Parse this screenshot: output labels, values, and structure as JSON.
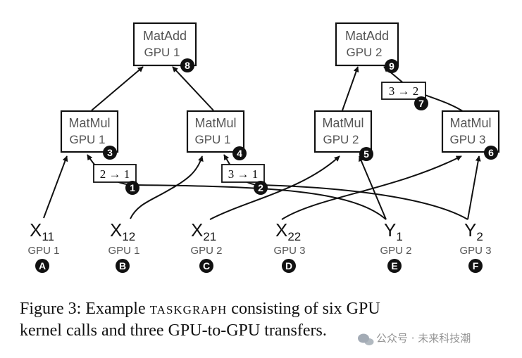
{
  "kernels": [
    {
      "id": "matadd-1",
      "op": "MatAdd",
      "device": "GPU 1",
      "badge": "8"
    },
    {
      "id": "matadd-2",
      "op": "MatAdd",
      "device": "GPU 2",
      "badge": "9"
    },
    {
      "id": "matmul-1a",
      "op": "MatMul",
      "device": "GPU 1",
      "badge": "3"
    },
    {
      "id": "matmul-1b",
      "op": "MatMul",
      "device": "GPU 1",
      "badge": "4"
    },
    {
      "id": "matmul-2",
      "op": "MatMul",
      "device": "GPU 2",
      "badge": "5"
    },
    {
      "id": "matmul-3",
      "op": "MatMul",
      "device": "GPU 3",
      "badge": "6"
    }
  ],
  "transfers": [
    {
      "id": "t1",
      "label": "2 → 1",
      "badge": "1"
    },
    {
      "id": "t2",
      "label": "3 → 1",
      "badge": "2"
    },
    {
      "id": "t3",
      "label": "3 → 2",
      "badge": "7"
    }
  ],
  "inputs": [
    {
      "id": "x11",
      "name": "X",
      "sub": "11",
      "device": "GPU 1",
      "badge": "A"
    },
    {
      "id": "x12",
      "name": "X",
      "sub": "12",
      "device": "GPU 1",
      "badge": "B"
    },
    {
      "id": "x21",
      "name": "X",
      "sub": "21",
      "device": "GPU 2",
      "badge": "C"
    },
    {
      "id": "x22",
      "name": "X",
      "sub": "22",
      "device": "GPU 3",
      "badge": "D"
    },
    {
      "id": "y1",
      "name": "Y",
      "sub": "1",
      "device": "GPU 2",
      "badge": "E"
    },
    {
      "id": "y2",
      "name": "Y",
      "sub": "2",
      "device": "GPU 3",
      "badge": "F"
    }
  ],
  "caption": {
    "prefix": "Figure 3: Example ",
    "smallcaps": "TASKGRAPH",
    "rest": " consisting of six GPU",
    "line2": "kernel calls and three GPU-to-GPU transfers."
  },
  "watermark": "公众号 · 未来科技潮"
}
